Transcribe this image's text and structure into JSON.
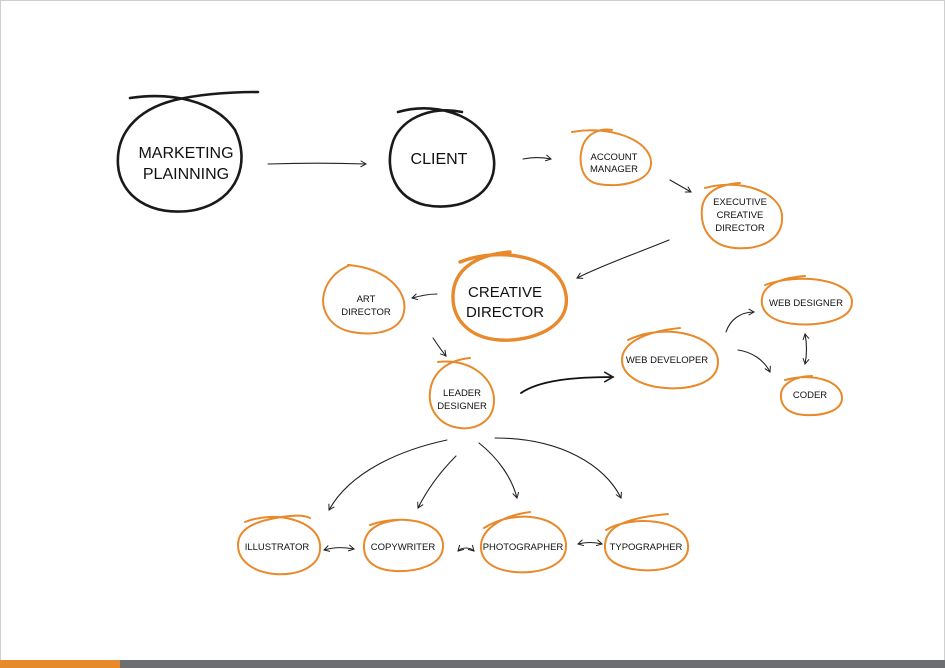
{
  "nodes": {
    "marketing_planning": [
      "MARKETING",
      "PLAINNING"
    ],
    "client": "CLIENT",
    "account_manager": [
      "ACCOUNT",
      "MANAGER"
    ],
    "executive_creative_director": [
      "EXECUTIVE",
      "CREATIVE",
      "DIRECTOR"
    ],
    "creative_director": [
      "CREATIVE",
      "DIRECTOR"
    ],
    "art_director": [
      "ART",
      "DIRECTOR"
    ],
    "leader_designer": [
      "LEADER",
      "DESIGNER"
    ],
    "web_developer": "WEB DEVELOPER",
    "web_designer": "WEB DESIGNER",
    "coder": "CODER",
    "illustrator": "ILLUSTRATOR",
    "copywriter": "COPYWRITER",
    "photographer": "PHOTOGRAPHER",
    "typographer": "TYPOGRAPHER"
  },
  "colors": {
    "ring_black": "#1a1a1a",
    "ring_orange": "#e8892b",
    "footer_grey": "#6d6e71",
    "footer_orange": "#e8892b"
  }
}
